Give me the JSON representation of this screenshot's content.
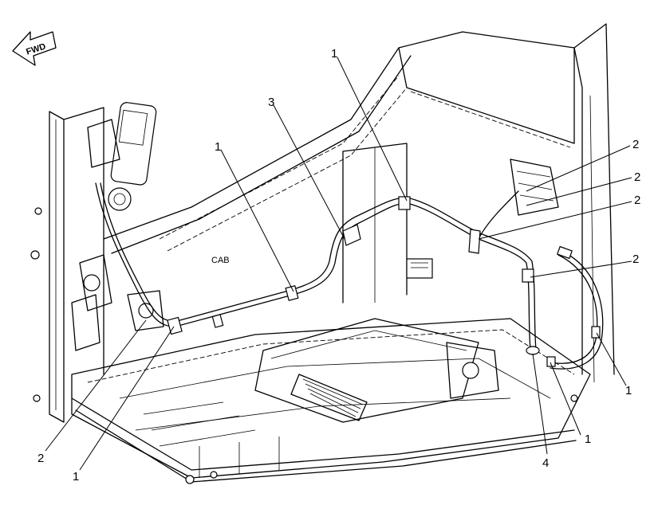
{
  "direction_badge": {
    "text": "FWD"
  },
  "area_label": {
    "text": "CAB"
  },
  "callouts": [
    {
      "id": "c1",
      "text": "1"
    },
    {
      "id": "c2",
      "text": "3"
    },
    {
      "id": "c3",
      "text": "1"
    },
    {
      "id": "c4",
      "text": "2"
    },
    {
      "id": "c5",
      "text": "2"
    },
    {
      "id": "c6",
      "text": "2"
    },
    {
      "id": "c7",
      "text": "2"
    },
    {
      "id": "c8",
      "text": "1"
    },
    {
      "id": "c9",
      "text": "1"
    },
    {
      "id": "c10",
      "text": "4"
    },
    {
      "id": "c11",
      "text": "2"
    },
    {
      "id": "c12",
      "text": "1"
    }
  ]
}
